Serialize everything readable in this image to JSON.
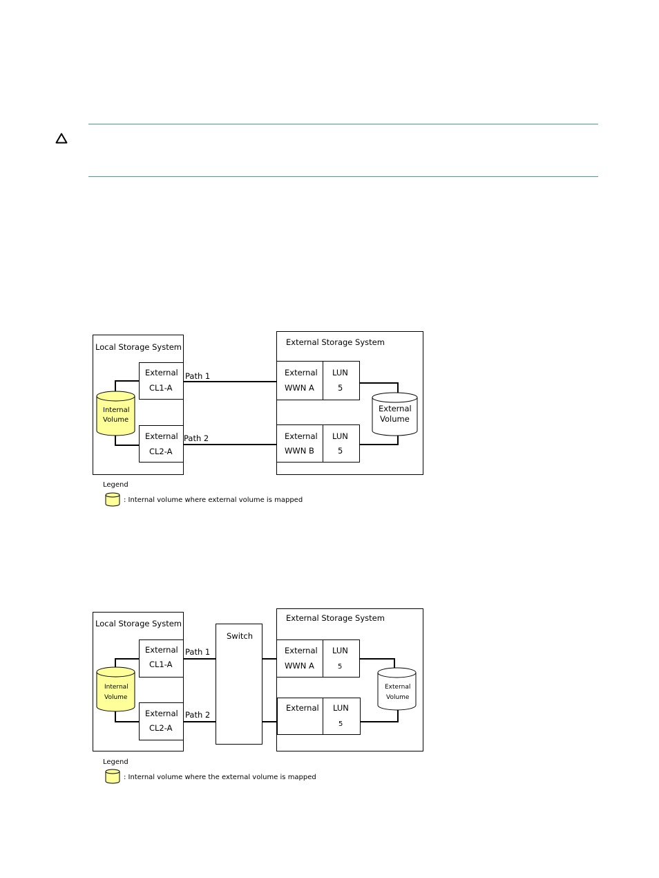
{
  "caution_icon": "caution-triangle-icon",
  "colors": {
    "rule": "#3d9e9e",
    "internal_volume_fill": "#ffff99",
    "line": "#000000"
  },
  "diagram1": {
    "local_title": "Local Storage System",
    "external_title": "External Storage System",
    "port1_name": "External",
    "port1_id": "CL1-A",
    "port2_name": "External",
    "port2_id": "CL2-A",
    "path1": "Path 1",
    "path2": "Path 2",
    "internal_volume_line1": "Internal",
    "internal_volume_line2": "Volume",
    "target1_name": "External",
    "target1_wwn": "WWN A",
    "target1_lun_label": "LUN",
    "target1_lun": "5",
    "target2_name": "External",
    "target2_wwn": "WWN B",
    "target2_lun_label": "LUN",
    "target2_lun": "5",
    "external_volume_line1": "External",
    "external_volume_line2": "Volume",
    "legend_title": "Legend",
    "legend_text": ": Internal volume where external volume is mapped"
  },
  "diagram2": {
    "local_title": "Local Storage System",
    "external_title": "External Storage System",
    "switch_label": "Switch",
    "port1_name": "External",
    "port1_id": "CL1-A",
    "port2_name": "External",
    "port2_id": "CL2-A",
    "path1": "Path 1",
    "path2": "Path 2",
    "internal_volume_line1": "Internal",
    "internal_volume_line2": "Volume",
    "target1_name": "External",
    "target1_wwn": "WWN A",
    "target1_lun_label": "LUN",
    "target1_lun": "5",
    "target2_name": "External",
    "target2_lun_label": "LUN",
    "target2_lun": "5",
    "external_volume_line1": "External",
    "external_volume_line2": "Volume",
    "legend_title": "Legend",
    "legend_text": ": Internal volume where the external volume is mapped"
  }
}
